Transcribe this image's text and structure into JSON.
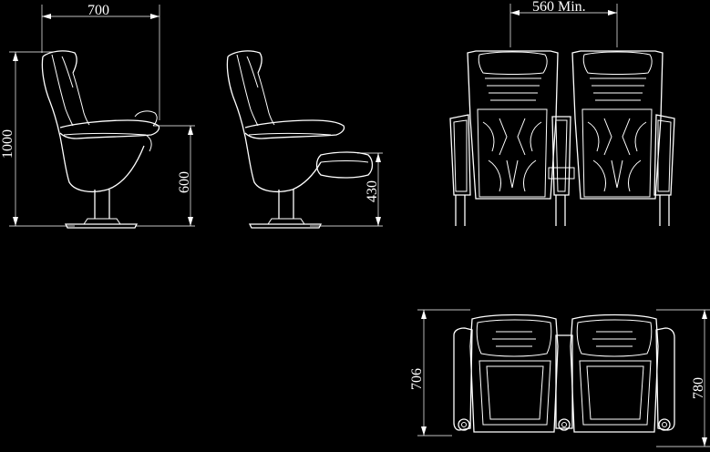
{
  "drawing": {
    "background": "#000000",
    "line_color": "#ffffff",
    "dimensions": {
      "side_width": "700",
      "side_height": "1000",
      "seat_height_upright": "600",
      "seat_height_folded": "430",
      "spacing": "560 Min.",
      "plan_depth_folded": "706",
      "plan_depth_open": "780"
    }
  }
}
